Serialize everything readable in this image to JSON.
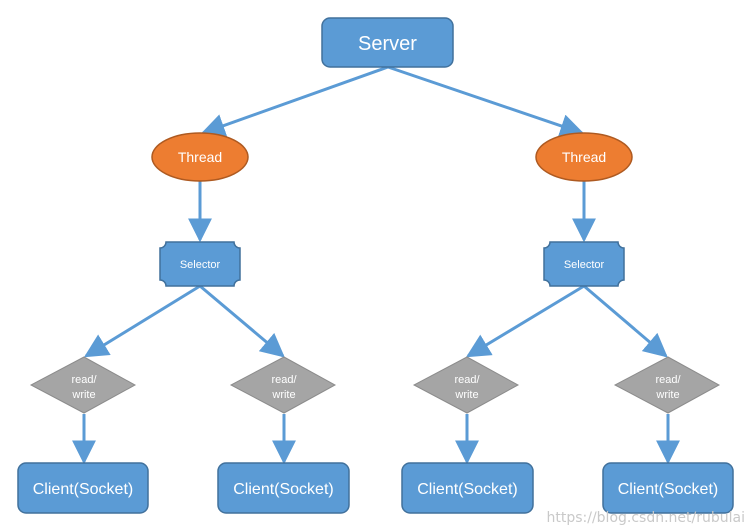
{
  "server": {
    "label": "Server"
  },
  "branches": [
    {
      "thread": {
        "label": "Thread"
      },
      "selector": {
        "label": "Selector"
      },
      "channels": [
        {
          "op": [
            "read/",
            "write"
          ],
          "client": "Client(Socket)"
        },
        {
          "op": [
            "read/",
            "write"
          ],
          "client": "Client(Socket)"
        }
      ]
    },
    {
      "thread": {
        "label": "Thread"
      },
      "selector": {
        "label": "Selector"
      },
      "channels": [
        {
          "op": [
            "read/",
            "write"
          ],
          "client": "Client(Socket)"
        },
        {
          "op": [
            "read/",
            "write"
          ],
          "client": "Client(Socket)"
        }
      ]
    }
  ],
  "watermark": "https://blog.csdn.net/rubulai",
  "colors": {
    "box_fill": "#5b9bd5",
    "box_stroke": "#41719c",
    "ellipse_fill": "#ed7d31",
    "ellipse_stroke": "#ae5a21",
    "diamond_fill": "#a5a5a5",
    "diamond_stroke": "#8c8c8c",
    "arrow": "#5b9bd5"
  }
}
